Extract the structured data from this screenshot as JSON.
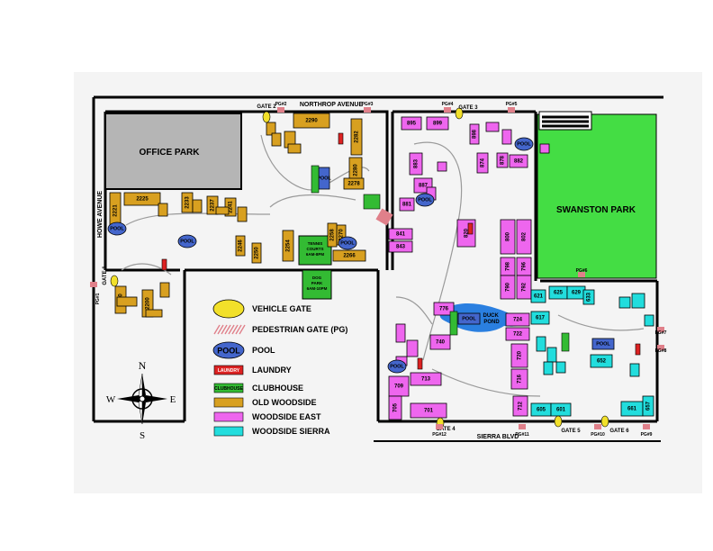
{
  "colors": {
    "old_woodside": "#d8a020",
    "woodside_east": "#ee66ee",
    "woodside_sierra": "#22dddd",
    "pool": "#4466cc",
    "laundry": "#dd2222",
    "clubhouse": "#33bb33",
    "park": "#44dd44",
    "office_park": "#b5b5b5",
    "vehicle_gate": "#f2e02a",
    "pedestrian_gate": "#e0808a",
    "water": "#2a7fe0"
  },
  "areas": {
    "office_park": "OFFICE PARK",
    "swanston_park": "SWANSTON PARK",
    "tennis": "TENNIS COURTS 6AM-8PM",
    "dog_park": "DOG PARK 6AM-10PM",
    "duck_pond": "DUCK POND"
  },
  "roads": {
    "northrop": "NORTHROP AVENUE",
    "howe": "HOWE AVENUE",
    "sierra": "SIERRA BLVD"
  },
  "gates": [
    {
      "id": "gate1",
      "label": "GATE 1"
    },
    {
      "id": "gate2",
      "label": "GATE 2"
    },
    {
      "id": "gate3",
      "label": "GATE 3"
    },
    {
      "id": "gate4",
      "label": "GATE 4"
    },
    {
      "id": "gate5",
      "label": "GATE 5"
    },
    {
      "id": "gate6",
      "label": "GATE 6"
    }
  ],
  "ped_gates": [
    {
      "id": "pg1",
      "label": "PG#1"
    },
    {
      "id": "pg2",
      "label": "PG#2"
    },
    {
      "id": "pg3",
      "label": "PG#3"
    },
    {
      "id": "pg4",
      "label": "PG#4"
    },
    {
      "id": "pg5",
      "label": "PG#5"
    },
    {
      "id": "pg6",
      "label": "PG#6"
    },
    {
      "id": "pg7",
      "label": "PG#7"
    },
    {
      "id": "pg8",
      "label": "PG#8"
    },
    {
      "id": "pg9",
      "label": "PG#9"
    },
    {
      "id": "pg10",
      "label": "PG#10"
    },
    {
      "id": "pg11",
      "label": "PG#11"
    },
    {
      "id": "pg12",
      "label": "PG#12"
    }
  ],
  "pool_label": "POOL",
  "buildings": [
    {
      "id": "2290",
      "label": "2290",
      "group": "old"
    },
    {
      "id": "2282",
      "label": "2282",
      "group": "old"
    },
    {
      "id": "2280",
      "label": "2280",
      "group": "old"
    },
    {
      "id": "2278",
      "label": "2278",
      "group": "old"
    },
    {
      "id": "2270",
      "label": "2270",
      "group": "old"
    },
    {
      "id": "2266",
      "label": "2266",
      "group": "old"
    },
    {
      "id": "2258",
      "label": "2258",
      "group": "old"
    },
    {
      "id": "2254",
      "label": "2254",
      "group": "old"
    },
    {
      "id": "2250",
      "label": "2250",
      "group": "old"
    },
    {
      "id": "2246",
      "label": "2246",
      "group": "old"
    },
    {
      "id": "2225",
      "label": "2225",
      "group": "old"
    },
    {
      "id": "2221",
      "label": "2221",
      "group": "old"
    },
    {
      "id": "2233",
      "label": "2233",
      "group": "old"
    },
    {
      "id": "2237",
      "label": "2237",
      "group": "old"
    },
    {
      "id": "2241",
      "label": "2241",
      "group": "old"
    },
    {
      "id": "2220",
      "label": "2220",
      "group": "old"
    },
    {
      "id": "2200",
      "label": "2200",
      "group": "old"
    },
    {
      "id": "895",
      "label": "895",
      "group": "east"
    },
    {
      "id": "899",
      "label": "899",
      "group": "east"
    },
    {
      "id": "898",
      "label": "898",
      "group": "east"
    },
    {
      "id": "883",
      "label": "883",
      "group": "east"
    },
    {
      "id": "887",
      "label": "887",
      "group": "east"
    },
    {
      "id": "881",
      "label": "881",
      "group": "east"
    },
    {
      "id": "874",
      "label": "874",
      "group": "east"
    },
    {
      "id": "878",
      "label": "878",
      "group": "east"
    },
    {
      "id": "882",
      "label": "882",
      "group": "east"
    },
    {
      "id": "820",
      "label": "820",
      "group": "east"
    },
    {
      "id": "800",
      "label": "800",
      "group": "east"
    },
    {
      "id": "802",
      "label": "802",
      "group": "east"
    },
    {
      "id": "796",
      "label": "796",
      "group": "east"
    },
    {
      "id": "798",
      "label": "798",
      "group": "east"
    },
    {
      "id": "790",
      "label": "790",
      "group": "east"
    },
    {
      "id": "792",
      "label": "792",
      "group": "east"
    },
    {
      "id": "841",
      "label": "841",
      "group": "east"
    },
    {
      "id": "843",
      "label": "843",
      "group": "east"
    },
    {
      "id": "776",
      "label": "776",
      "group": "east"
    },
    {
      "id": "740",
      "label": "740",
      "group": "east"
    },
    {
      "id": "724",
      "label": "724",
      "group": "east"
    },
    {
      "id": "722",
      "label": "722",
      "group": "east"
    },
    {
      "id": "720",
      "label": "720",
      "group": "east"
    },
    {
      "id": "716",
      "label": "716",
      "group": "east"
    },
    {
      "id": "712",
      "label": "712",
      "group": "east"
    },
    {
      "id": "713",
      "label": "713",
      "group": "east"
    },
    {
      "id": "709",
      "label": "709",
      "group": "east"
    },
    {
      "id": "705",
      "label": "705",
      "group": "east"
    },
    {
      "id": "701",
      "label": "701",
      "group": "east"
    },
    {
      "id": "621",
      "label": "621",
      "group": "sierra"
    },
    {
      "id": "625",
      "label": "625",
      "group": "sierra"
    },
    {
      "id": "629",
      "label": "629",
      "group": "sierra"
    },
    {
      "id": "633",
      "label": "633",
      "group": "sierra"
    },
    {
      "id": "617",
      "label": "617",
      "group": "sierra"
    },
    {
      "id": "652",
      "label": "652",
      "group": "sierra"
    },
    {
      "id": "605",
      "label": "605",
      "group": "sierra"
    },
    {
      "id": "601",
      "label": "601",
      "group": "sierra"
    },
    {
      "id": "661",
      "label": "661",
      "group": "sierra"
    },
    {
      "id": "657",
      "label": "657",
      "group": "sierra"
    }
  ],
  "legend": [
    {
      "label": "VEHICLE GATE",
      "icon": "vehicle-gate-icon",
      "color": "#f2e02a"
    },
    {
      "label": "PEDESTRIAN GATE (PG)",
      "icon": "pedestrian-gate-icon",
      "color": "#e0808a"
    },
    {
      "label": "POOL",
      "icon": "pool-icon",
      "color": "#4466cc",
      "swatch_text": "POOL"
    },
    {
      "label": "LAUNDRY",
      "icon": "laundry-icon",
      "color": "#dd2222",
      "swatch_text": "LAUNDRY"
    },
    {
      "label": "CLUBHOUSE",
      "icon": "clubhouse-icon",
      "color": "#33bb33",
      "swatch_text": "CLUBHOUSE"
    },
    {
      "label": "OLD WOODSIDE",
      "icon": "old-woodside-swatch",
      "color": "#d8a020"
    },
    {
      "label": "WOODSIDE EAST",
      "icon": "woodside-east-swatch",
      "color": "#ee66ee"
    },
    {
      "label": "WOODSIDE SIERRA",
      "icon": "woodside-sierra-swatch",
      "color": "#22dddd"
    }
  ],
  "compass": {
    "n": "N",
    "s": "S",
    "e": "E",
    "w": "W"
  }
}
